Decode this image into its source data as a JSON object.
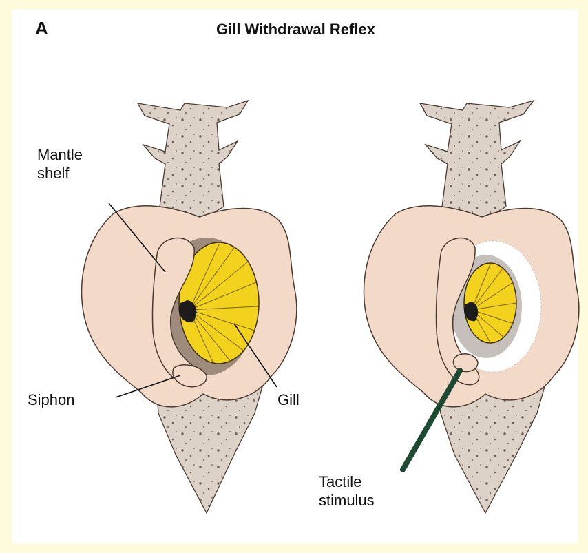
{
  "figure": {
    "panel_letter": "A",
    "title": "Gill Withdrawal Reflex",
    "labels": {
      "mantle_shelf": [
        "Mantle",
        "shelf"
      ],
      "siphon": "Siphon",
      "gill": "Gill",
      "tactile_stimulus": [
        "Tactile",
        "stimulus"
      ]
    }
  },
  "colors": {
    "background": "#fdfbdc",
    "body": "#ddd2c7",
    "mantle": "#f2d9c8",
    "gill": "#f2d21d",
    "stimulus_probe": "#1e4a33",
    "speckle": "#3a2e28"
  }
}
